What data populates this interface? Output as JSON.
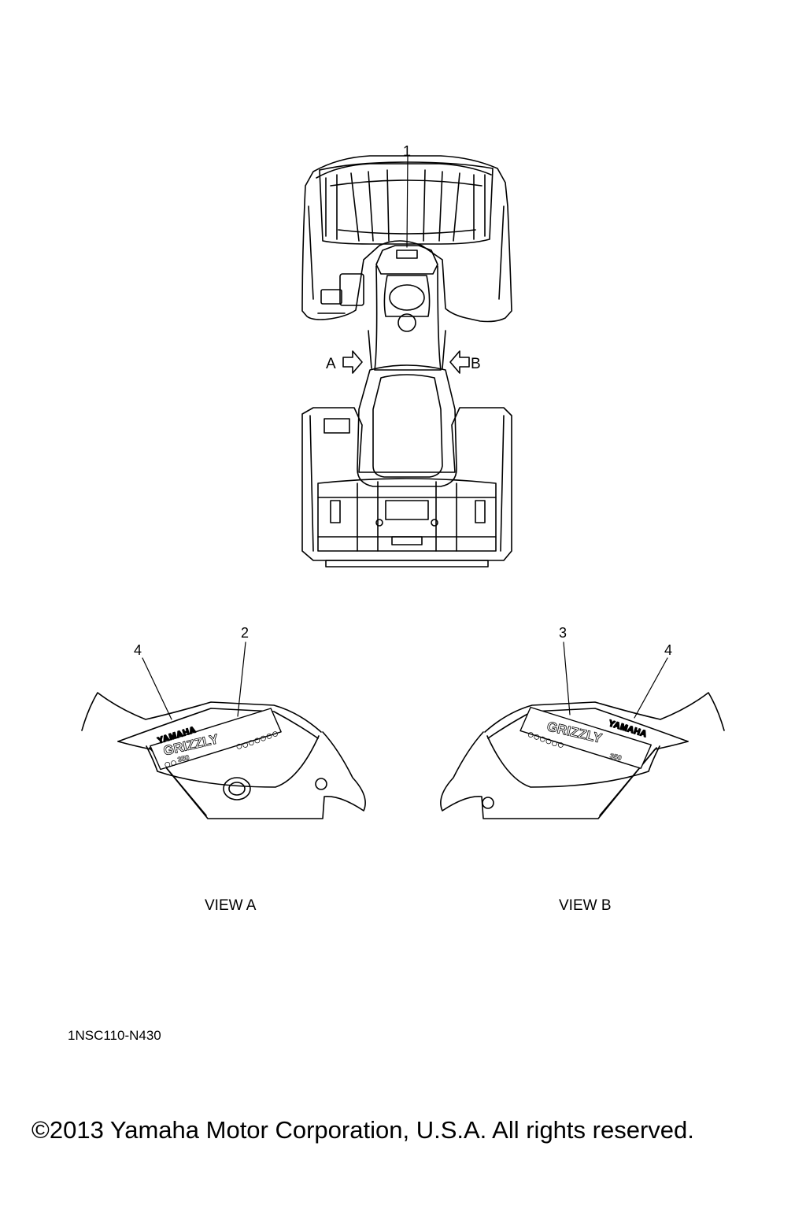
{
  "callouts": {
    "c1": "1",
    "c2": "2",
    "c3": "3",
    "c4a": "4",
    "c4b": "4"
  },
  "arrows": {
    "a_label": "A",
    "b_label": "B"
  },
  "views": {
    "view_a": "VIEW A",
    "view_b": "VIEW B"
  },
  "decals": {
    "brand": "YAMAHA",
    "model": "GRIZZLY",
    "model_sub": "350"
  },
  "diagram_code": "1NSC110-N430",
  "copyright": "©2013 Yamaha Motor Corporation, U.S.A. All rights reserved."
}
